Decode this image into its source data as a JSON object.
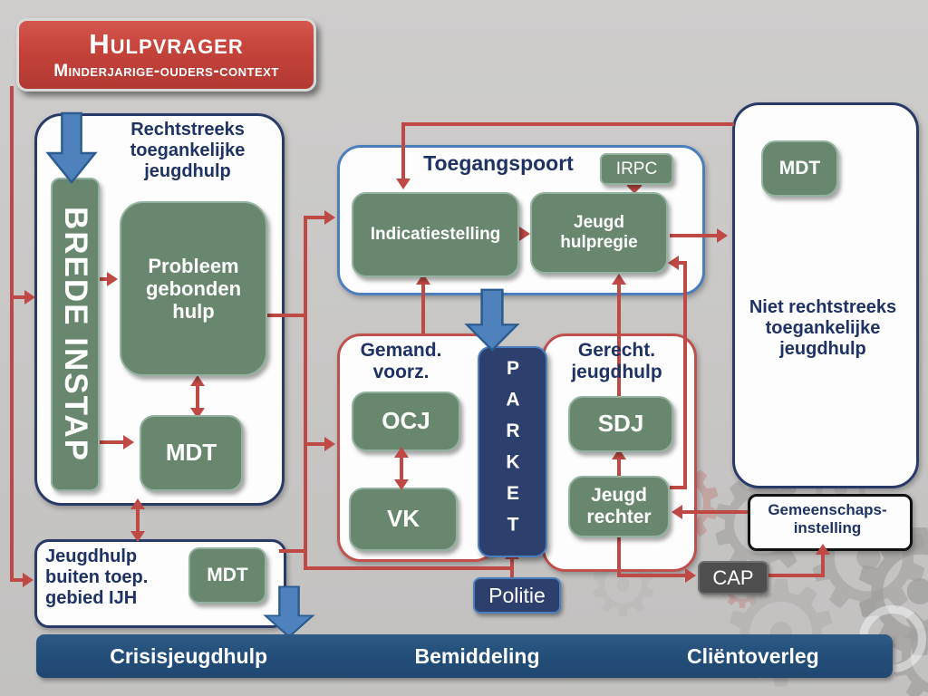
{
  "palette": {
    "connector_red": "#bf4a45",
    "green_box": "#69876f",
    "navy_text": "#1e3264",
    "bar_navy": "#25507c",
    "blue_arrow": "#4f81bd",
    "title_red": "#c4423a",
    "blue_border": "#4a7ebd",
    "cap_gray": "#4e4e4e"
  },
  "hulpvrager": {
    "title": "Hulpvrager",
    "subtitle": "Minderjarige-ouders-context"
  },
  "left_box": {
    "title": "Rechtstreeks toegankelijke jeugdhulp",
    "brede_instap": "BREDE INSTAP",
    "probleem": "Probleem gebonden hulp",
    "mdt": "MDT"
  },
  "toegangspoort": {
    "title": "Toegangspoort",
    "irpc": "IRPC",
    "indicatiestelling": "Indicatiestelling",
    "jeugdhulpregie": "Jeugd hulpregie"
  },
  "right_box": {
    "mdt": "MDT",
    "label": "Niet rechtstreeks toegankelijke jeugdhulp"
  },
  "gemand": {
    "title": "Gemand. voorz.",
    "ocj": "OCJ",
    "vk": "VK"
  },
  "parket": {
    "label": "PARKET"
  },
  "gerecht": {
    "title": "Gerecht. jeugdhulp",
    "sdj": "SDJ",
    "jeugdrechter": "Jeugd rechter"
  },
  "gemeenschapsinstelling": {
    "line1": "Gemeenschaps-",
    "line2": "instelling"
  },
  "cap": {
    "label": "CAP"
  },
  "politie": {
    "label": "Politie"
  },
  "jeugdhulp_buiten": {
    "label": "Jeugdhulp buiten toep. gebied IJH",
    "mdt": "MDT"
  },
  "bottom_bar": {
    "items": [
      "Crisisjeugdhulp",
      "Bemiddeling",
      "Cliëntoverleg"
    ]
  }
}
